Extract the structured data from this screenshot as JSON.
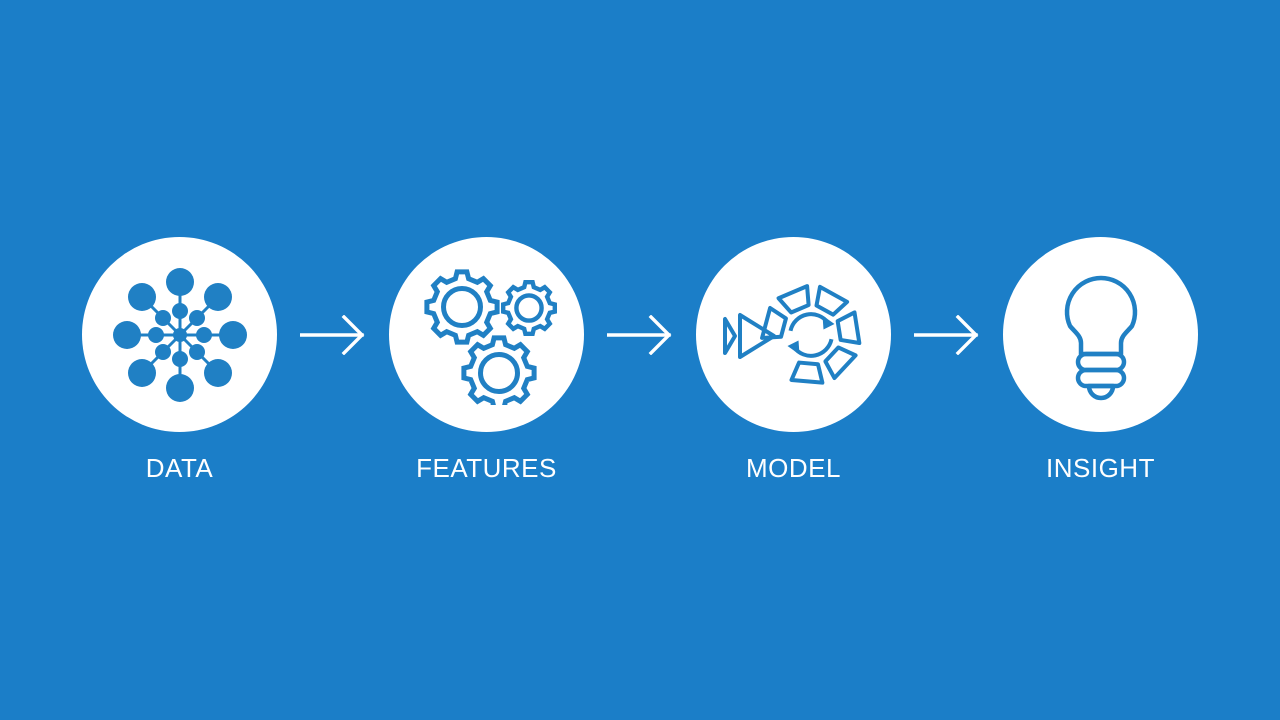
{
  "slide": {
    "background_color": "#1b7ec8",
    "icon_color": "#2080c4",
    "label_color": "#ffffff",
    "circle_color": "#ffffff"
  },
  "flow": {
    "stages": [
      {
        "label": "DATA",
        "icon": "network-hub-icon"
      },
      {
        "label": "FEATURES",
        "icon": "gears-icon"
      },
      {
        "label": "MODEL",
        "icon": "model-ring-icon"
      },
      {
        "label": "INSIGHT",
        "icon": "lightbulb-icon"
      }
    ],
    "connectors": [
      {
        "icon": "arrow-right-icon"
      },
      {
        "icon": "arrow-right-icon"
      },
      {
        "icon": "arrow-right-icon"
      }
    ]
  }
}
